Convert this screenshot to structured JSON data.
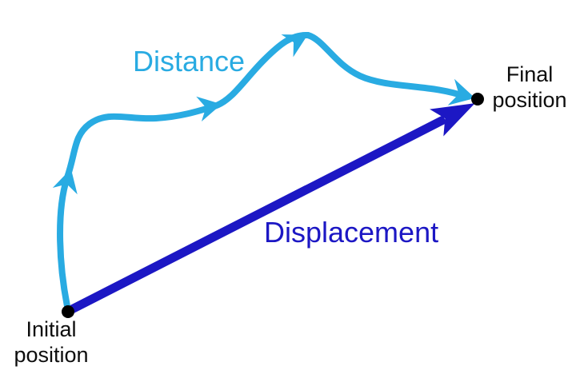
{
  "diagram": {
    "distance_label": "Distance",
    "displacement_label": "Displacement",
    "initial_position": {
      "line1": "Initial",
      "line2": "position"
    },
    "final_position": {
      "line1": "Final",
      "line2": "position"
    },
    "colors": {
      "distance": "#29ABE2",
      "displacement": "#1C17C4",
      "marker": "#000000",
      "background": "#FFFFFF"
    }
  }
}
